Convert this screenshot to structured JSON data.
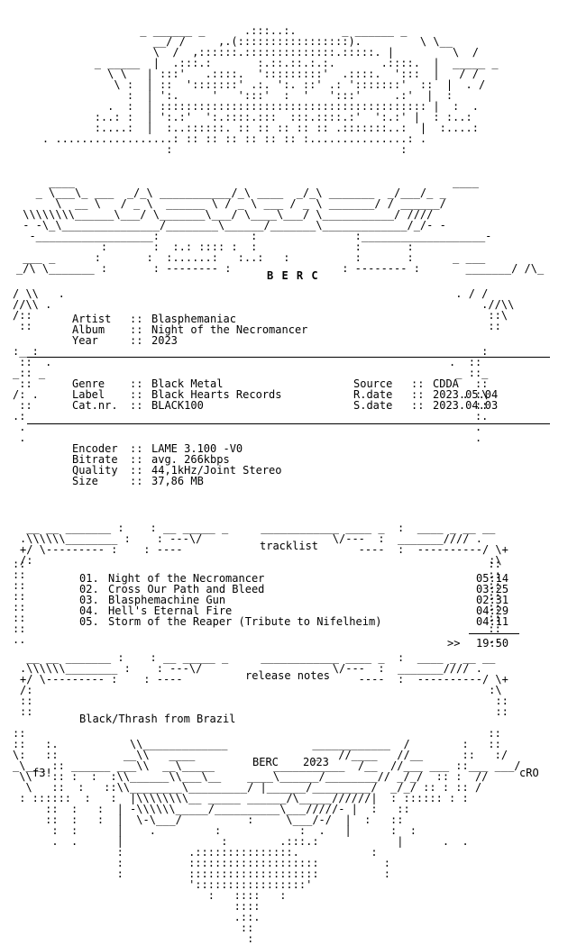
{
  "header": {
    "group": "B E R C"
  },
  "info": {
    "artist_label": "Artist",
    "artist": "Blasphemaniac",
    "album_label": "Album",
    "album": "Night of the Necromancer",
    "year_label": "Year",
    "year": "2023",
    "genre_label": "Genre",
    "genre": "Black Metal",
    "label_label": "Label",
    "label": "Black Hearts Records",
    "catnr_label": "Cat.nr.",
    "catnr": "BLACK100",
    "source_label": "Source",
    "source": "CDDA",
    "rdate_label": "R.date",
    "rdate": "2023.05.04",
    "sdate_label": "S.date",
    "sdate": "2023.04.03",
    "sep": "::"
  },
  "encoding": {
    "encoder_label": "Encoder",
    "encoder": "LAME 3.100 -V0",
    "bitrate_label": "Bitrate",
    "bitrate": "avg. 266kbps",
    "quality_label": "Quality",
    "quality": "44,1kHz/Joint Stereo",
    "size_label": "Size",
    "size": "37,86 MB"
  },
  "tracklist": {
    "heading": "tracklist",
    "tracks": [
      {
        "num": "01.",
        "title": "Night of the Necromancer",
        "time": "05:14"
      },
      {
        "num": "02.",
        "title": "Cross Our Path and Bleed",
        "time": "03:25"
      },
      {
        "num": "03.",
        "title": "Blasphemachine Gun",
        "time": "02:31"
      },
      {
        "num": "04.",
        "title": "Hell's Eternal Fire",
        "time": "04:29"
      },
      {
        "num": "05.",
        "title": "Storm of the Reaper (Tribute to Nifelheim)",
        "time": "04:11"
      }
    ],
    "total_marker": ">>",
    "total": "19:50"
  },
  "release_notes": {
    "heading": "release notes",
    "text": "Black/Thrash from Brazil"
  },
  "footer": {
    "group": "BERC",
    "year": "2023",
    "left_sig": "f3!",
    "right_sig": "cRO"
  }
}
